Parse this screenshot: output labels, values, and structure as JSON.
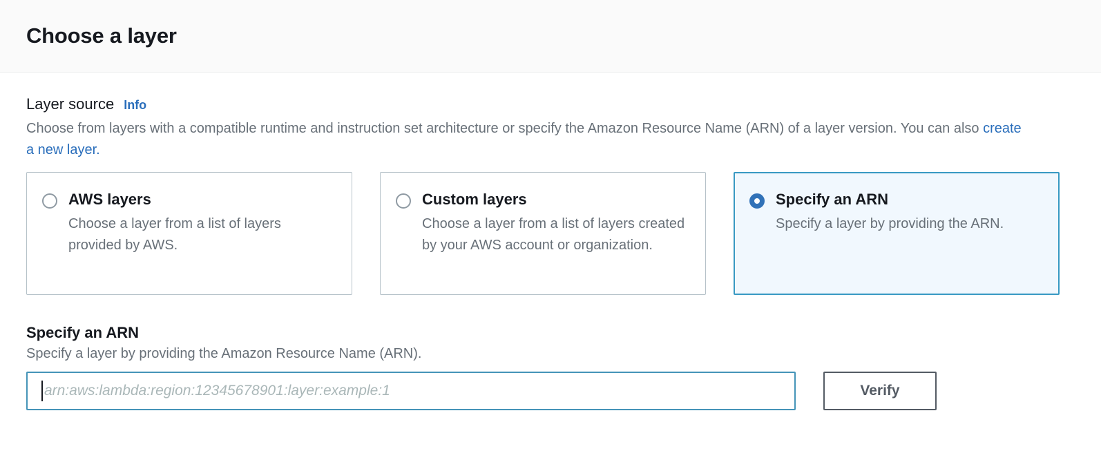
{
  "header": {
    "title": "Choose a layer"
  },
  "layer_source": {
    "label": "Layer source",
    "info_label": "Info",
    "description_prefix": "Choose from layers with a compatible runtime and instruction set architecture or specify the Amazon Resource Name (ARN) of a layer version. You can also ",
    "description_link": "create a new layer.",
    "options": [
      {
        "title": "AWS layers",
        "description": "Choose a layer from a list of layers provided by AWS.",
        "selected": false
      },
      {
        "title": "Custom layers",
        "description": "Choose a layer from a list of layers created by your AWS account or organization.",
        "selected": false
      },
      {
        "title": "Specify an ARN",
        "description": "Specify a layer by providing the ARN.",
        "selected": true
      }
    ]
  },
  "arn_section": {
    "title": "Specify an ARN",
    "description": "Specify a layer by providing the Amazon Resource Name (ARN).",
    "input_value": "",
    "input_placeholder": "arn:aws:lambda:region:12345678901:layer:example:1",
    "verify_label": "Verify"
  },
  "colors": {
    "accent_blue": "#2a6ebb",
    "selected_border": "#3899c3",
    "selected_background": "#f1f8fe",
    "radio_checked": "#3172b8",
    "input_focus_border": "#4594b8",
    "button_border": "#545b64",
    "text_primary": "#16191f",
    "text_secondary": "#687078"
  }
}
